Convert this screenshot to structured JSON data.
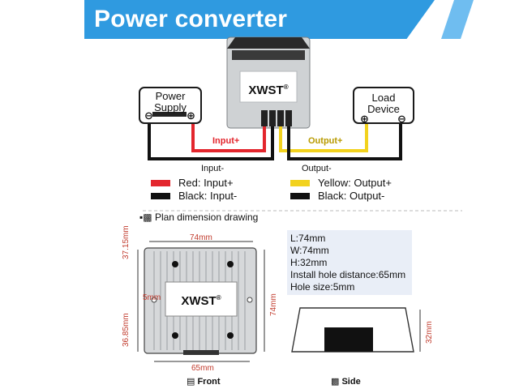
{
  "header": {
    "title": "Power converter"
  },
  "converter": {
    "brand": "XWST",
    "mark": "®"
  },
  "power_supply": {
    "label_line1": "Power",
    "label_line2": "Supply",
    "neg": "⊖",
    "pos": "⊕"
  },
  "load_device": {
    "label_line1": "Load",
    "label_line2": "Device",
    "pos": "⊕",
    "neg": "⊖"
  },
  "wires": {
    "input_pos": "Input+",
    "input_neg": "Input-",
    "output_pos": "Output+",
    "output_neg": "Output-"
  },
  "legend": [
    {
      "label": "Red: Input+",
      "color": "#e3262d"
    },
    {
      "label": "Black: Input-",
      "color": "#111111"
    },
    {
      "label": "Yellow: Output+",
      "color": "#f2d21e"
    },
    {
      "label": "Black: Output-",
      "color": "#111111"
    }
  ],
  "plan": {
    "title": "Plan dimension drawing"
  },
  "dims": {
    "width_top": "74mm",
    "height_left": "37.15mm",
    "height_left_low": "36.85mm",
    "hole": "5mm",
    "height_right": "74mm",
    "hole_distance": "65mm",
    "side_height": "32mm"
  },
  "specs": [
    "L:74mm",
    "W:74mm",
    "H:32mm",
    "Install hole distance:65mm",
    "Hole size:5mm"
  ],
  "views": {
    "front": "Front",
    "side": "Side"
  },
  "colors": {
    "accent": "#2f9ae0",
    "red": "#e3262d",
    "yellow": "#f2d21e",
    "dim": "#c0392b",
    "spec_bg": "#e9eef7"
  }
}
